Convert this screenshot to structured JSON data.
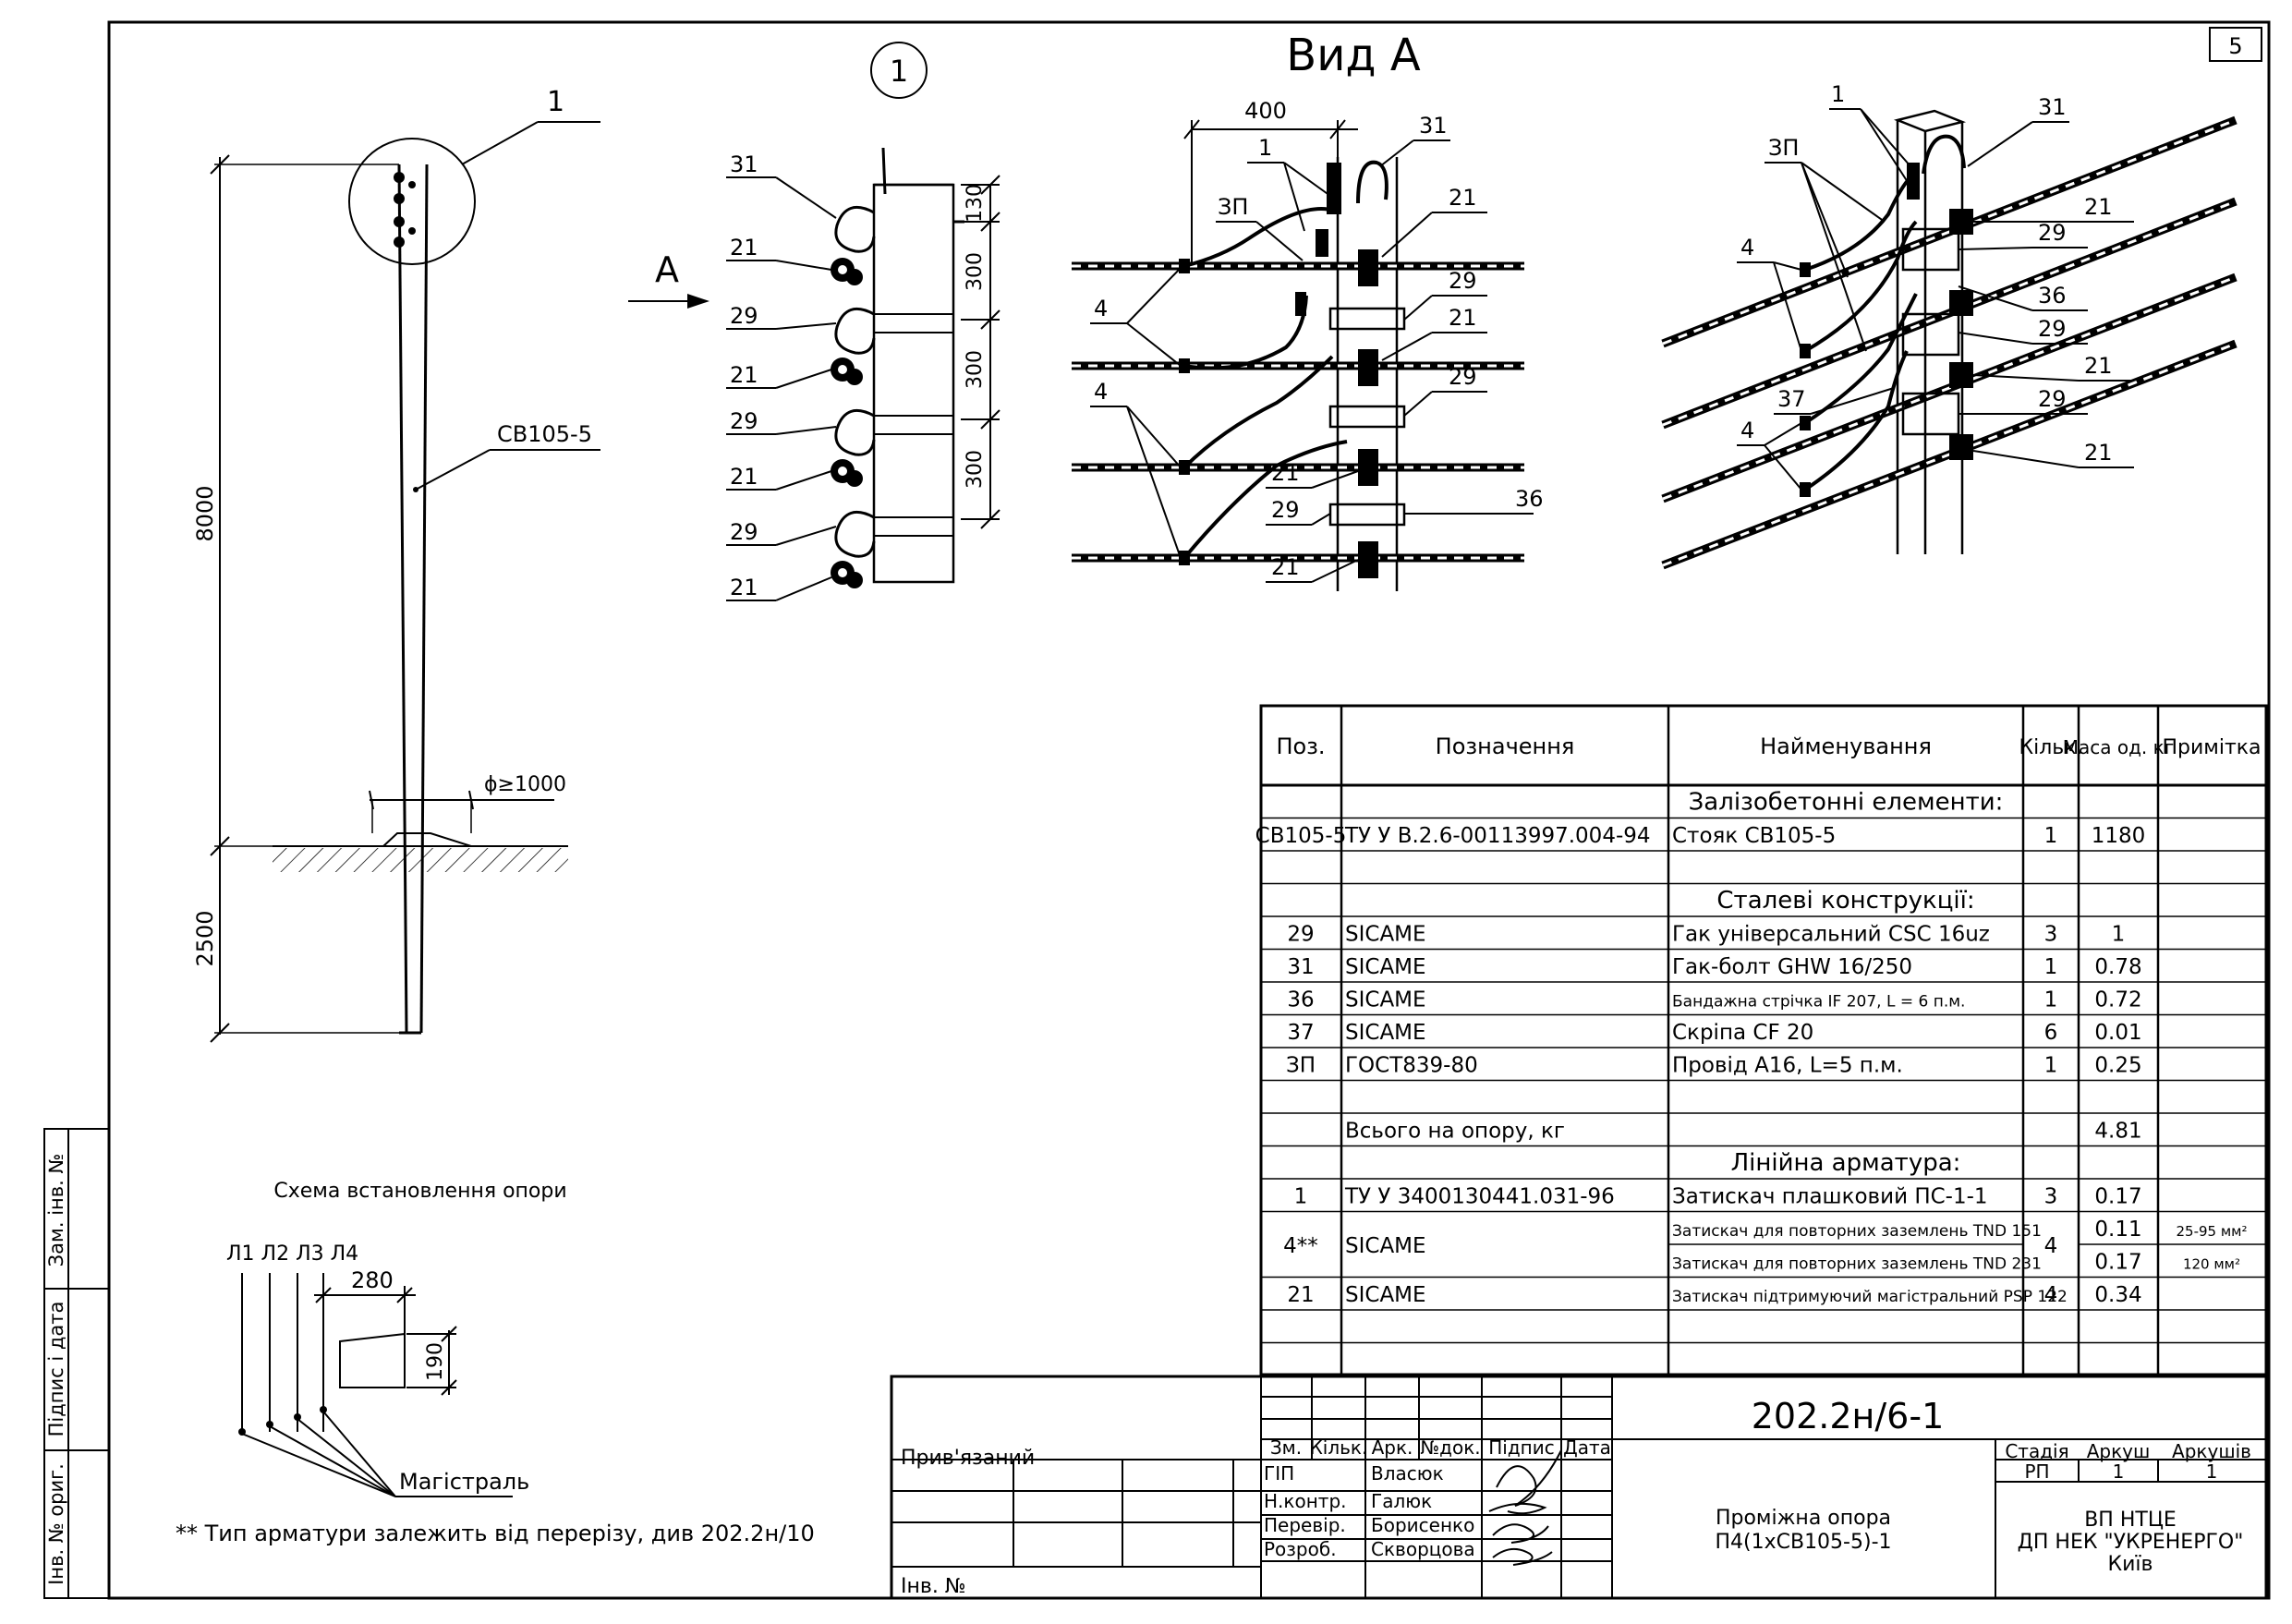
{
  "sheet_number": "5",
  "view_title": "Вид А",
  "callout_number": "1",
  "view_arrow_label": "А",
  "pole_drawing": {
    "leader_1": "1",
    "pole_label": "СВ105-5",
    "dim_height_above": "8000",
    "dim_height_below": "2500",
    "dim_diameter": "ϕ≥1000"
  },
  "side_view": {
    "labels": [
      "31",
      "21",
      "29",
      "21",
      "29",
      "21",
      "29",
      "21"
    ],
    "dims": [
      "130",
      "300",
      "300",
      "300"
    ]
  },
  "front_view": {
    "dim_top": "400",
    "labels": {
      "l1": "1",
      "l31": "31",
      "l3p": "ЗП",
      "l21a": "21",
      "l29a": "29",
      "l21b": "21",
      "l4a": "4",
      "l29b": "29",
      "l4b": "4",
      "l21c": "21",
      "l29c": "29",
      "l36": "36",
      "l21d": "21"
    }
  },
  "iso_view": {
    "labels": {
      "l1": "1",
      "l31": "31",
      "l3p": "ЗП",
      "l21a": "21",
      "l4a": "4",
      "l29a": "29",
      "l36": "36",
      "l29b": "29",
      "l37": "37",
      "l21b": "21",
      "l4b": "4",
      "l29c": "29",
      "l21c": "21"
    }
  },
  "scheme": {
    "title": "Схема встановлення опори",
    "lines": "Л1 Л2 Л3 Л4",
    "dim_width": "280",
    "dim_height": "190",
    "label": "Магістраль"
  },
  "footnote": "** Тип арматури залежить від перерізу, див 202.2н/10",
  "spec_table": {
    "headers": [
      "Поз.",
      "Позначення",
      "Найменування",
      "Кільк.",
      "Маса од. кг",
      "Примітка"
    ],
    "rows": [
      {
        "section": "Залізобетонні елементи:"
      },
      {
        "pos": "СВ105-5",
        "code": "ТУ У В.2.6-00113997.004-94",
        "name": "Стояк СВ105-5",
        "qty": "1",
        "mass": "1180",
        "note": ""
      },
      {
        "blank": true
      },
      {
        "section": "Сталеві конструкції:"
      },
      {
        "pos": "29",
        "code": "SICAME",
        "name": "Гак універсальний CSC 16uz",
        "qty": "3",
        "mass": "1",
        "note": ""
      },
      {
        "pos": "31",
        "code": "SICAME",
        "name": "Гак-болт GHW 16/250",
        "qty": "1",
        "mass": "0.78",
        "note": ""
      },
      {
        "pos": "36",
        "code": "SICAME",
        "name": "Бандажна стрічка IF 207, L = 6 п.м.",
        "qty": "1",
        "mass": "0.72",
        "note": ""
      },
      {
        "pos": "37",
        "code": "SICAME",
        "name": "Скріпа CF 20",
        "qty": "6",
        "mass": "0.01",
        "note": ""
      },
      {
        "pos": "ЗП",
        "code": "ГОСТ839-80",
        "name": "Провід А16, L=5 п.м.",
        "qty": "1",
        "mass": "0.25",
        "note": ""
      },
      {
        "blank": true
      },
      {
        "pos": "",
        "code": "Всього на опору, кг",
        "name": "",
        "qty": "",
        "mass": "4.81",
        "note": ""
      },
      {
        "section": "Лінійна арматура:"
      },
      {
        "pos": "1",
        "code": "ТУ У 3400130441.031-96",
        "name": "Затискач плашковий ПС-1-1",
        "qty": "3",
        "mass": "0.17",
        "note": ""
      },
      {
        "pos": "4**",
        "code": "SICAME",
        "name": "Затискач для повторних заземлень TND 151",
        "qty": "4",
        "mass": "0.11",
        "note": "25-95 мм²",
        "merge": true
      },
      {
        "pos": "",
        "code": "",
        "name": "Затискач для повторних заземлень TND 231",
        "qty": "",
        "mass": "0.17",
        "note": "120 мм²",
        "merged": true
      },
      {
        "pos": "21",
        "code": "SICAME",
        "name": "Затискач підтримуючий магістральний PSP 122",
        "qty": "4",
        "mass": "0.34",
        "note": ""
      },
      {
        "blank": true
      },
      {
        "blank": true
      }
    ]
  },
  "title_block": {
    "doc_code": "202.2н/6-1",
    "col_headers": [
      "Зм.",
      "Кільк.",
      "Арк.",
      "№док.",
      "Підпис",
      "Дата"
    ],
    "people": [
      {
        "role": "ГІП",
        "name": "Власюк"
      },
      {
        "role": "Н.контр.",
        "name": "Галюк"
      },
      {
        "role": "Перевір.",
        "name": "Борисенко"
      },
      {
        "role": "Розроб.",
        "name": "Скворцова"
      }
    ],
    "title_line1": "Проміжна опора",
    "title_line2": "П4(1хСВ105-5)-1",
    "stage_headers": [
      "Стадія",
      "Аркуш",
      "Аркушів"
    ],
    "stage_values": [
      "РП",
      "1",
      "1"
    ],
    "org_line1": "ВП НТЦЕ",
    "org_line2": "ДП НЕК \"УКРЕНЕРГО\"",
    "org_line3": "Київ",
    "linked_label": "Прив'язаний",
    "inv_label": "Інв. №"
  },
  "side_stamps": [
    "Зам. інв. №",
    "Підпис і дата",
    "Інв. № ориг."
  ]
}
